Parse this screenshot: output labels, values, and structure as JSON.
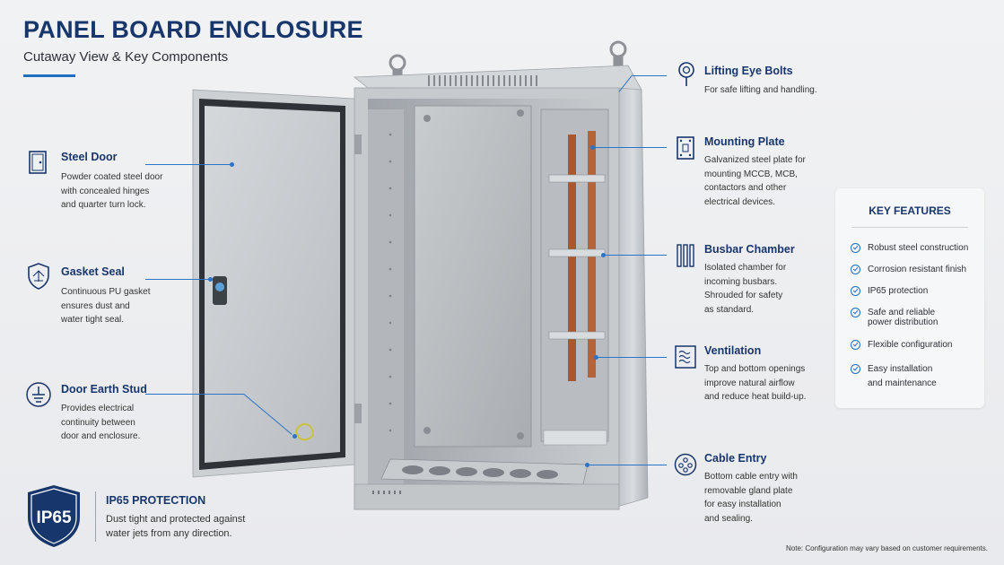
{
  "title": "PANEL BOARD ENCLOSURE",
  "subtitle": "Cutaway View & Key Components",
  "colors": {
    "brand": "#17366b",
    "accent": "#1f6fc1",
    "copper": "#a8582f"
  },
  "left_callouts": [
    {
      "icon": "door-icon",
      "title": "Steel Door",
      "desc": "Powder coated steel door\nwith concealed hinges\nand quarter turn lock."
    },
    {
      "icon": "shield-icon",
      "title": "Gasket Seal",
      "desc": "Continuous PU gasket\nensures dust and\nwater tight seal."
    },
    {
      "icon": "earth-ground-icon",
      "title": "Door Earth Stud",
      "desc": "Provides electrical\ncontinuity between\ndoor and enclosure."
    }
  ],
  "right_callouts": [
    {
      "icon": "lifting-eye-icon",
      "title": "Lifting Eye Bolts",
      "desc": "For safe lifting and handling."
    },
    {
      "icon": "mounting-plate-icon",
      "title": "Mounting Plate",
      "desc": "Galvanized steel plate for\nmounting MCCB, MCB,\ncontactors and other\nelectrical devices."
    },
    {
      "icon": "busbar-icon",
      "title": "Busbar Chamber",
      "desc": "Isolated chamber for\nincoming busbars.\nShrouded for safety\nas standard."
    },
    {
      "icon": "ventilation-icon",
      "title": "Ventilation",
      "desc": "Top and bottom openings\nimprove natural airflow\nand reduce heat build-up."
    },
    {
      "icon": "cable-entry-icon",
      "title": "Cable Entry",
      "desc": "Bottom cable entry with\nremovable gland plate\nfor easy installation\nand sealing."
    }
  ],
  "key_features": {
    "title": "KEY FEATURES",
    "items": [
      "Robust steel construction",
      "Corrosion resistant finish",
      "IP65 protection",
      "Safe and reliable\npower distribution",
      "Flexible configuration",
      "Easy installation\nand maintenance"
    ]
  },
  "ip": {
    "badge": "IP65",
    "title": "IP65 PROTECTION",
    "desc": "Dust tight and protected against\nwater jets from any direction."
  },
  "note": "Note: Configuration may vary based on customer requirements."
}
